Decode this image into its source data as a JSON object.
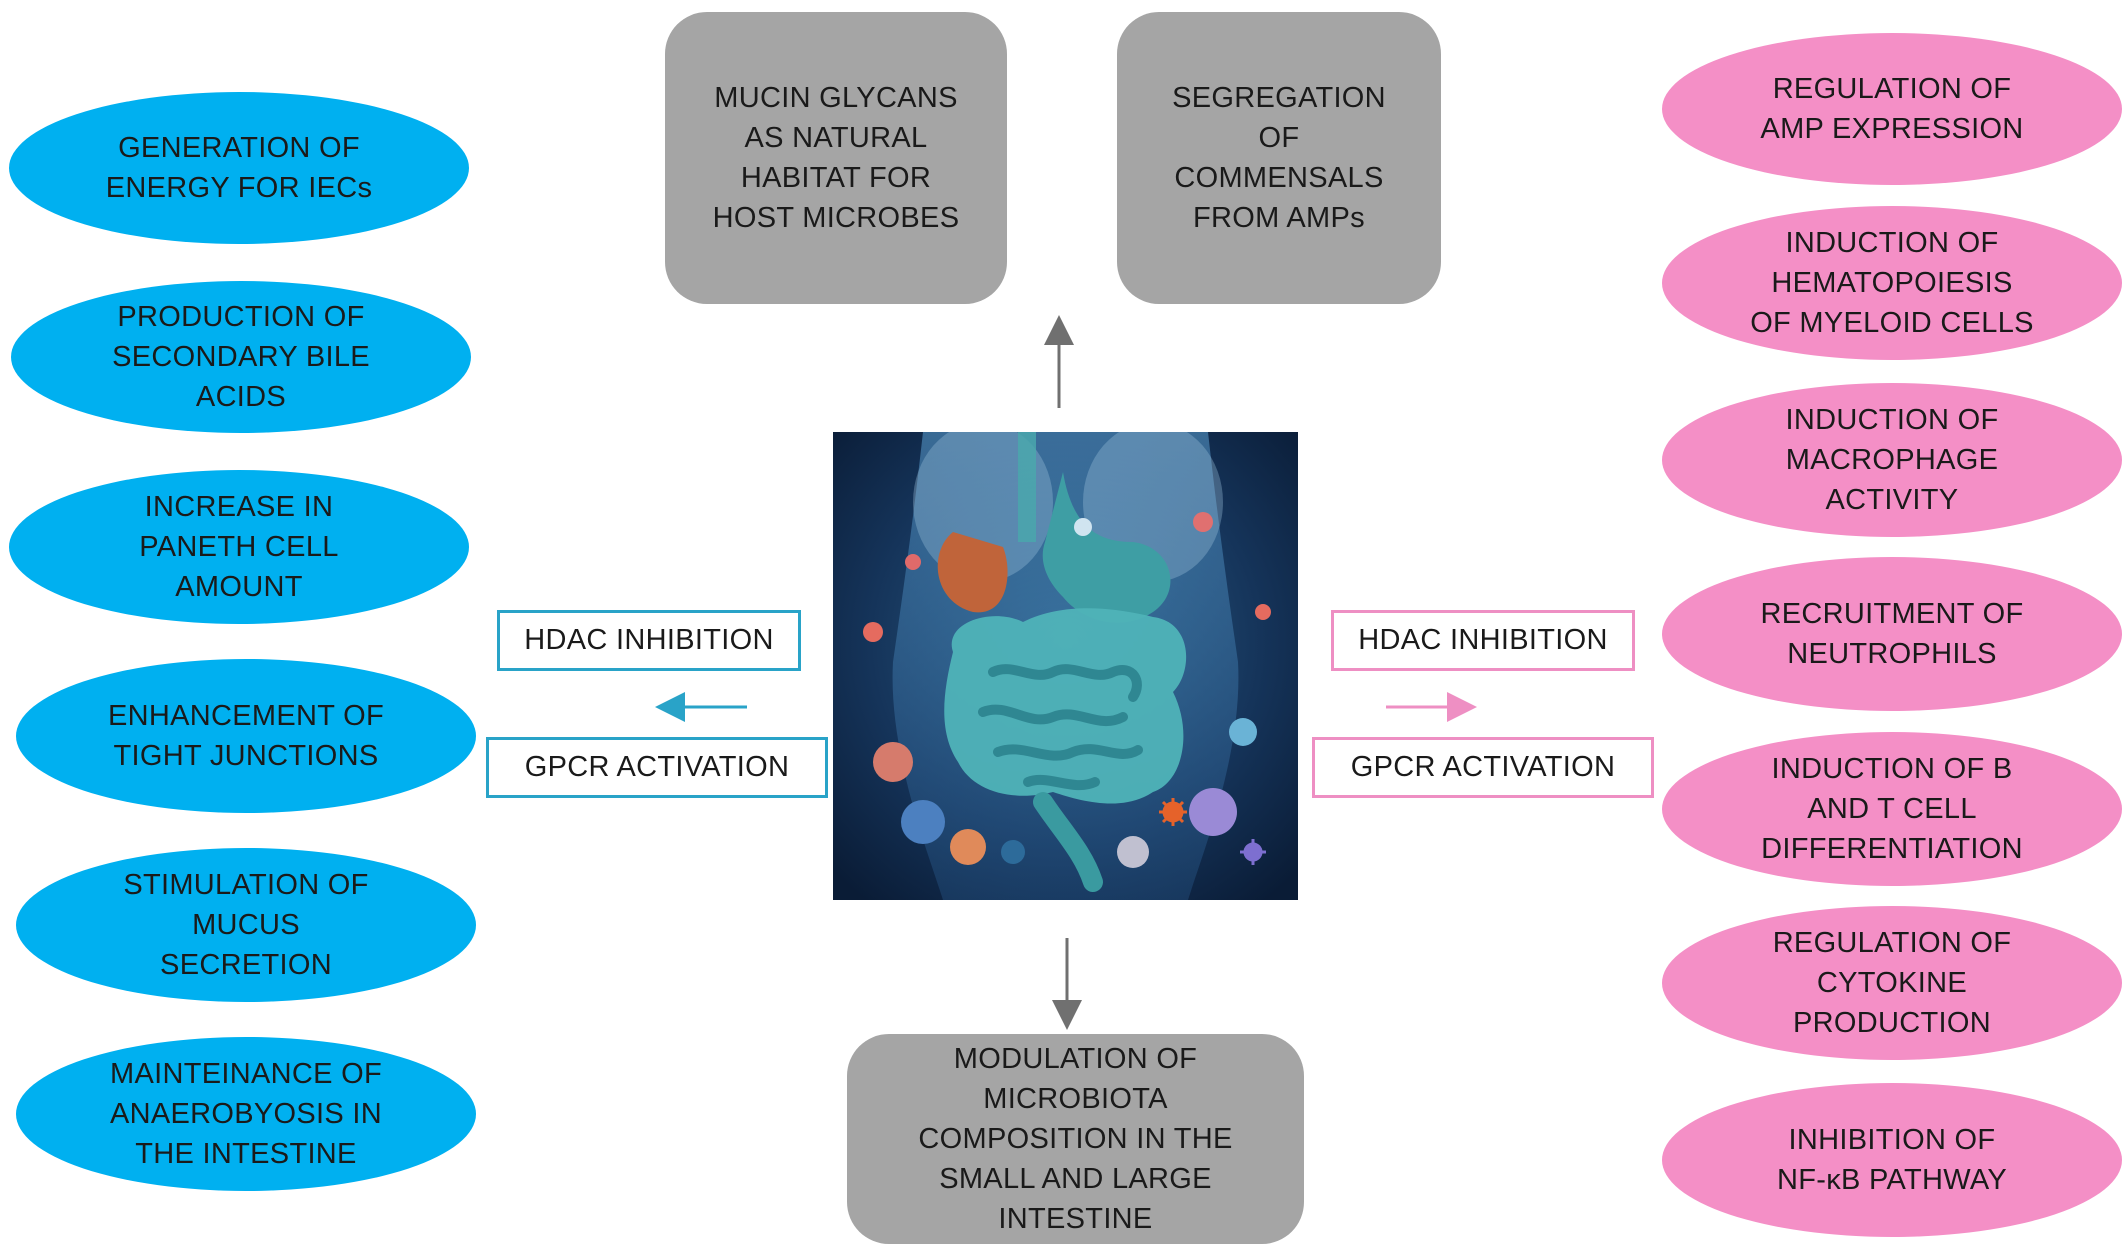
{
  "left_effects": [
    {
      "text": "GENERATION OF\nENERGY FOR IECs"
    },
    {
      "text": "PRODUCTION OF\nSECONDARY BILE\nACIDS"
    },
    {
      "text": "INCREASE IN\nPANETH CELL\nAMOUNT"
    },
    {
      "text": "ENHANCEMENT OF\nTIGHT JUNCTIONS"
    },
    {
      "text": "STIMULATION OF\nMUCUS\nSECRETION"
    },
    {
      "text": "MAINTEINANCE OF\nANAEROBYOSIS IN\nTHE INTESTINE"
    }
  ],
  "right_effects": [
    {
      "text": "REGULATION OF\nAMP EXPRESSION"
    },
    {
      "text": "INDUCTION OF\nHEMATOPOIESIS\nOF MYELOID CELLS"
    },
    {
      "text": "INDUCTION OF\nMACROPHAGE\nACTIVITY"
    },
    {
      "text": "RECRUITMENT OF\nNEUTROPHILS"
    },
    {
      "text": "INDUCTION OF B\nAND T CELL\nDIFFERENTIATION"
    },
    {
      "text": "REGULATION OF\nCYTOKINE\nPRODUCTION"
    },
    {
      "text": "INHIBITION OF\nNF-κB PATHWAY"
    }
  ],
  "top_boxes": [
    {
      "text": "MUCIN GLYCANS\nAS NATURAL\nHABITAT FOR\nHOST MICROBES"
    },
    {
      "text": "SEGREGATION\nOF\nCOMMENSALS\nFROM AMPs"
    }
  ],
  "bottom_box": {
    "text": "MODULATION OF\nMICROBIOTA\nCOMPOSITION IN THE\nSMALL AND LARGE\nINTESTINE"
  },
  "left_mechanisms": {
    "hdac": "HDAC INHIBITION",
    "gpcr": "GPCR ACTIVATION"
  },
  "right_mechanisms": {
    "hdac": "HDAC INHIBITION",
    "gpcr": "GPCR ACTIVATION"
  },
  "colors": {
    "left_effects": "#00b0f0",
    "right_effects": "#f48fc6",
    "central_boxes": "#a5a5a5",
    "left_arrow": "#29a3c8",
    "right_arrow": "#ee8fc3",
    "vertical_arrows": "#707070"
  },
  "center_image": {
    "icon": "gut-microbiota-illustration"
  }
}
